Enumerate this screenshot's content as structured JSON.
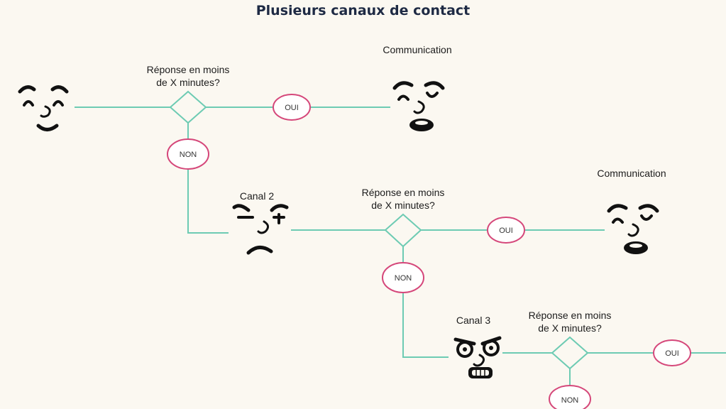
{
  "title": "Plusieurs canaux de contact",
  "colors": {
    "line": "#6dcbb3",
    "pill_border": "#d5477a",
    "background": "#fbf8f1",
    "face": "#111111"
  },
  "question": {
    "line1": "Réponse en moins",
    "line2": "de X minutes?"
  },
  "yes_label": "OUI",
  "no_label": "NON",
  "communication_label": "Communication",
  "channels": [
    {
      "label": ""
    },
    {
      "label": "Canal 2"
    },
    {
      "label": "Canal 3"
    }
  ],
  "faces": [
    "happy-face-icon",
    "sad-face-icon",
    "suspicious-face-icon",
    "sad-face-icon",
    "angry-face-icon"
  ]
}
